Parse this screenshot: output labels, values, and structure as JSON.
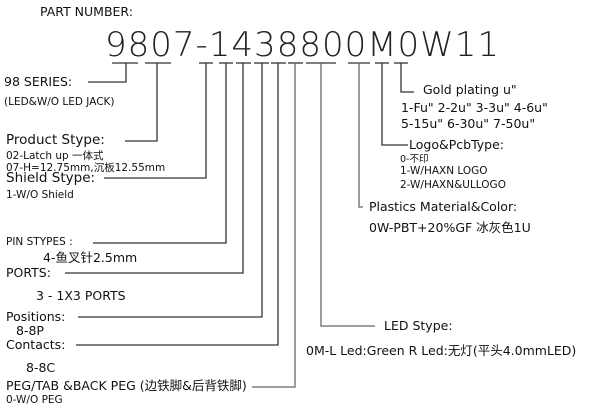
{
  "title": "PART NUMBER:",
  "part_number": "9807-1438800M0W11",
  "fields": {
    "series": {
      "label": "98 SERIES:",
      "note": "(LED&W/O LED JACK)"
    },
    "product_stype": {
      "label": "Product Stype:",
      "options": [
        "02-Latch up 一体式",
        "07-H=12.75mm,沉板12.55mm"
      ]
    },
    "shield_stype": {
      "label": "Shield Stype:",
      "options": [
        "1-W/O Shield"
      ]
    },
    "pin_stypes": {
      "label": "PIN STYPES :",
      "options": [
        "4-鱼叉针2.5mm"
      ]
    },
    "ports": {
      "label": "PORTS:",
      "options": [
        "3 - 1X3 PORTS"
      ]
    },
    "positions": {
      "label": "Positions:",
      "options": [
        "8-8P"
      ]
    },
    "contacts": {
      "label": "Contacts:",
      "options": [
        "8-8C"
      ]
    },
    "peg": {
      "label": "PEG/TAB &BACK PEG (边铁脚&后背铁脚)",
      "options": [
        "0-W/O PEG"
      ]
    },
    "led_stype": {
      "label": "LED Stype:",
      "options": [
        "0M-L Led:Green R Led:无灯(平头4.0mmLED)"
      ]
    },
    "plastics": {
      "label": "Plastics Material&Color:",
      "options": [
        "0W-PBT+20%GF 冰灰色1U"
      ]
    },
    "logo_pcb": {
      "label": "Logo&PcbType:",
      "options": [
        "0-不印",
        "1-W/HAXN LOGO",
        "2-W/HAXN&ULLOGO"
      ]
    },
    "gold_plating": {
      "label": "Gold plating u\"",
      "options": [
        "1-Fu\" 2-2u\" 3-3u\" 4-6u\"",
        "5-15u\" 6-30u\" 7-50u\""
      ]
    }
  }
}
